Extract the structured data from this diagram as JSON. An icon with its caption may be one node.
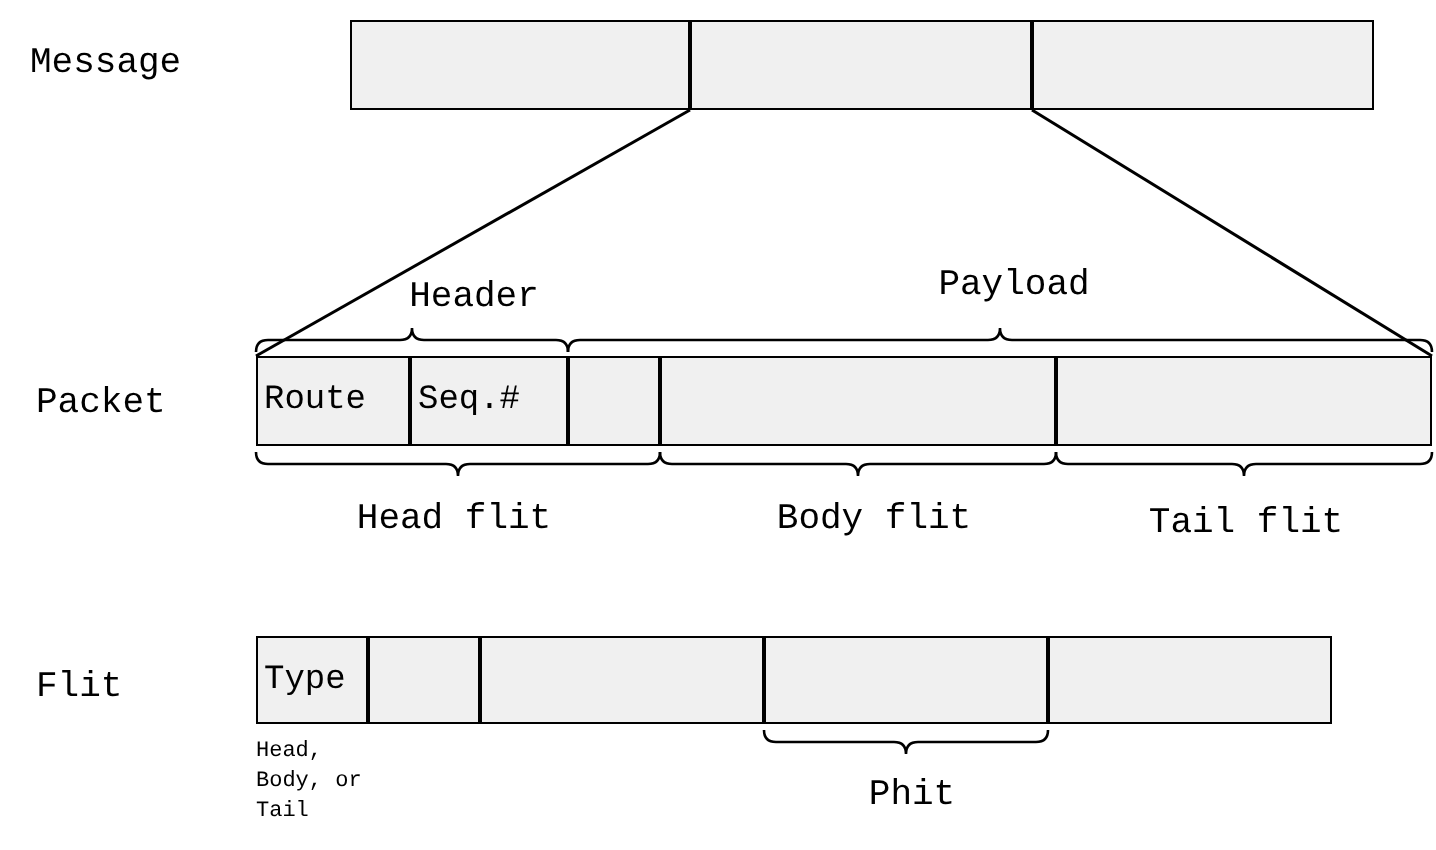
{
  "diagram": {
    "nodes": [
      {
        "text": [],
        "shape": "box"
      },
      {
        "text": [],
        "shape": "box"
      },
      {
        "text": [],
        "shape": "box"
      },
      {
        "text": [
          "Route"
        ]
      },
      {
        "text": [
          "Seq.#"
        ]
      },
      {
        "text": [],
        "shape": "box"
      },
      {
        "text": [],
        "shape": "box"
      },
      {
        "text": [],
        "shape": "box"
      },
      {
        "text": [
          "Type"
        ],
        "beside": [
          "Head, Body, or Tail"
        ]
      },
      {
        "text": [],
        "shape": "box"
      },
      {
        "text": [],
        "shape": "box"
      },
      {
        "text": [],
        "shape": "box"
      },
      {
        "text": [],
        "shape": "box"
      }
    ],
    "edges": [
      {
        "from": 1,
        "to": 3,
        "arrow": "none"
      },
      {
        "from": 1,
        "to": 7,
        "arrow": "none"
      }
    ],
    "labels": [
      "Message",
      "Header",
      "Payload",
      "Packet",
      "Head flit",
      "Body flit",
      "Tail flit",
      "Flit",
      "Phit"
    ]
  }
}
